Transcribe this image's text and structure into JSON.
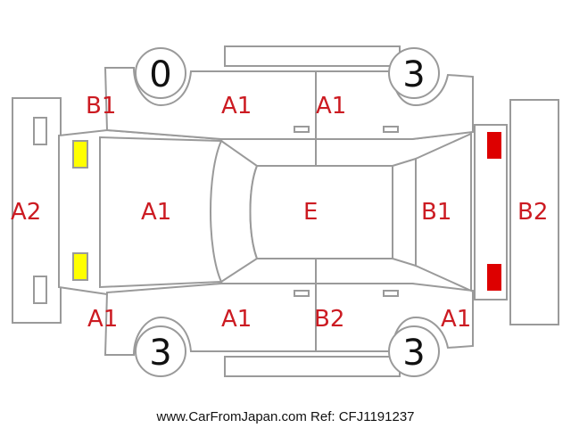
{
  "colors": {
    "outline": "#9a9a9a",
    "code_text": "#cc1b22",
    "headlight": "#ffff00",
    "taillight": "#dd0000"
  },
  "tires": {
    "front_left": "0",
    "rear_left": "3",
    "front_right": "3",
    "rear_right": "3"
  },
  "codes": {
    "front_left_fender": "B1",
    "left_front_door": "A1",
    "left_rear_door": "A1",
    "front_bumper": "A2",
    "hood": "A1",
    "roof": "E",
    "trunk": "B1",
    "rear_bumper": "B2",
    "front_right_fender": "A1",
    "right_front_door": "A1",
    "right_rear_door": "B2",
    "rear_right_quarter": "A1"
  },
  "footer": "www.CarFromJapan.com Ref: CFJ1191237"
}
